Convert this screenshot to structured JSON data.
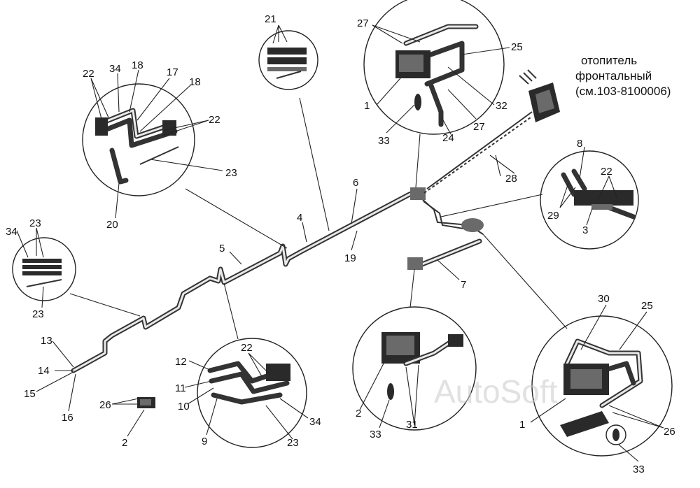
{
  "heater_note": {
    "line1": "отопитель",
    "line2": "фронтальный",
    "line3": "(см.103-8100006)"
  },
  "watermark": "AutoSoft",
  "callouts": {
    "c21": "21",
    "c27a": "27",
    "c25a": "25",
    "c1a": "1",
    "c32": "32",
    "c33a": "33",
    "c24": "24",
    "c27b": "27",
    "c22a": "22",
    "c34a": "34",
    "c18a": "18",
    "c17": "17",
    "c18b": "18",
    "c22b": "22",
    "c23a": "23",
    "c20": "20",
    "c28": "28",
    "c8": "8",
    "c22c": "22",
    "c29": "29",
    "c3": "3",
    "c6": "6",
    "c4": "4",
    "c19": "19",
    "c5": "5",
    "c7": "7",
    "c34b": "34",
    "c23b": "23",
    "c23c": "23",
    "c13": "13",
    "c14": "14",
    "c15": "15",
    "c16": "16",
    "c26a": "26",
    "c2a": "2",
    "c12": "12",
    "c11": "11",
    "c10": "10",
    "c9": "9",
    "c22d": "22",
    "c34c": "34",
    "c23d": "23",
    "c2b": "2",
    "c33b": "33",
    "c31": "31",
    "c30": "30",
    "c25b": "25",
    "c1b": "1",
    "c26b": "26",
    "c33c": "33"
  }
}
